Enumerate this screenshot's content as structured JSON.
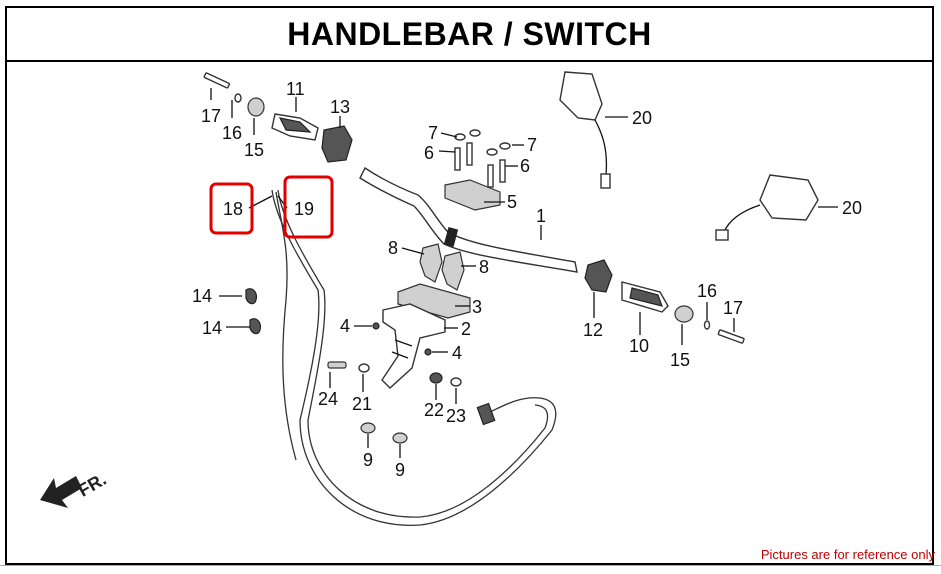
{
  "title": "HANDLEBAR / SWITCH",
  "note": "Pictures are for reference only",
  "note_color": "#c00000",
  "highlight_color": "#e00000",
  "direction_label": "FR.",
  "callouts": {
    "c1": "1",
    "c2": "2",
    "c3": "3",
    "c4a": "4",
    "c4b": "4",
    "c5": "5",
    "c6a": "6",
    "c6b": "6",
    "c7a": "7",
    "c7b": "7",
    "c8a": "8",
    "c8b": "8",
    "c9a": "9",
    "c9b": "9",
    "c10": "10",
    "c11": "11",
    "c12": "12",
    "c13": "13",
    "c14a": "14",
    "c14b": "14",
    "c15a": "15",
    "c15b": "15",
    "c16a": "16",
    "c16b": "16",
    "c17a": "17",
    "c17b": "17",
    "c18": "18",
    "c19": "19",
    "c20a": "20",
    "c20b": "20",
    "c21": "21",
    "c22": "22",
    "c23": "23",
    "c24": "24"
  },
  "highlighted_parts": [
    "18",
    "19"
  ]
}
